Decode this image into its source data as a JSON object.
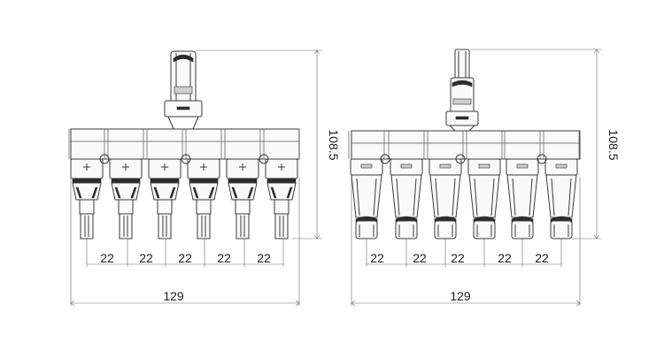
{
  "left_view": {
    "pitch_labels": [
      "22",
      "22",
      "22",
      "22",
      "22"
    ],
    "width_label": "129",
    "height_label": "108.5"
  },
  "right_view": {
    "pitch_labels": [
      "22",
      "22",
      "22",
      "22",
      "22"
    ],
    "width_label": "129",
    "height_label": "108.5"
  },
  "colors": {
    "line": "#3a3a3a",
    "dimension": "#6a6a6a",
    "text": "#1d1d1d"
  }
}
